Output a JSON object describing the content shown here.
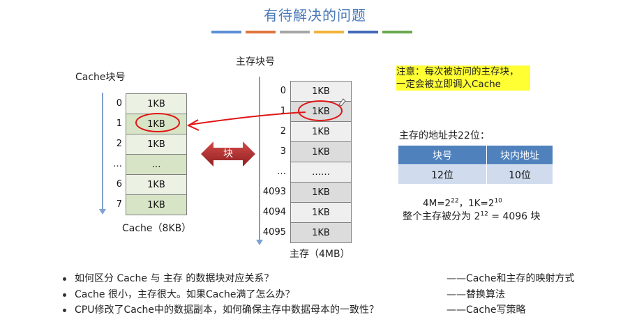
{
  "title": "有待解决的问题",
  "accent_colors": [
    "#5b8fd6",
    "#e0743c",
    "#a6a6a6",
    "#f2b33b",
    "#4369b8",
    "#6aa84f"
  ],
  "cache": {
    "header": "Cache块号",
    "footer": "Cache（8KB）",
    "indices": [
      "0",
      "1",
      "2",
      "…",
      "6",
      "7"
    ],
    "cells": [
      "1KB",
      "1KB",
      "1KB",
      "…",
      "1KB",
      "1KB"
    ]
  },
  "arrow_label": "块",
  "main_memory": {
    "header": "主存块号",
    "footer": "主存（4MB）",
    "indices": [
      "0",
      "1",
      "2",
      "3",
      "…",
      "4093",
      "4094",
      "4095"
    ],
    "cells": [
      "1KB",
      "1KB",
      "1KB",
      "1KB",
      "……",
      "1KB",
      "1KB",
      "1KB"
    ]
  },
  "note": {
    "line1": "注意：每次被访问的主存块，",
    "line2": "一定会被立即调入Cache"
  },
  "address": {
    "caption": "主存的地址共22位：",
    "headers": [
      "块号",
      "块内地址"
    ],
    "values": [
      "12位",
      "10位"
    ],
    "formula_1_prefix": "4M=2",
    "formula_1_exp": "22",
    "formula_1_mid": "，1K=2",
    "formula_1_exp2": "10",
    "formula_2_prefix": "整个主存被分为 2",
    "formula_2_exp": "12",
    "formula_2_suffix": " = 4096 块"
  },
  "questions": [
    {
      "q": "如何区分 Cache 与 主存 的数据块对应关系？",
      "a": "——Cache和主存的映射方式"
    },
    {
      "q": "Cache 很小，主存很大。如果Cache满了怎么办？",
      "a": "——替换算法"
    },
    {
      "q": "CPU修改了Cache中的数据副本，如何确保主存中数据母本的一致性？",
      "a": "——Cache写策略"
    }
  ]
}
